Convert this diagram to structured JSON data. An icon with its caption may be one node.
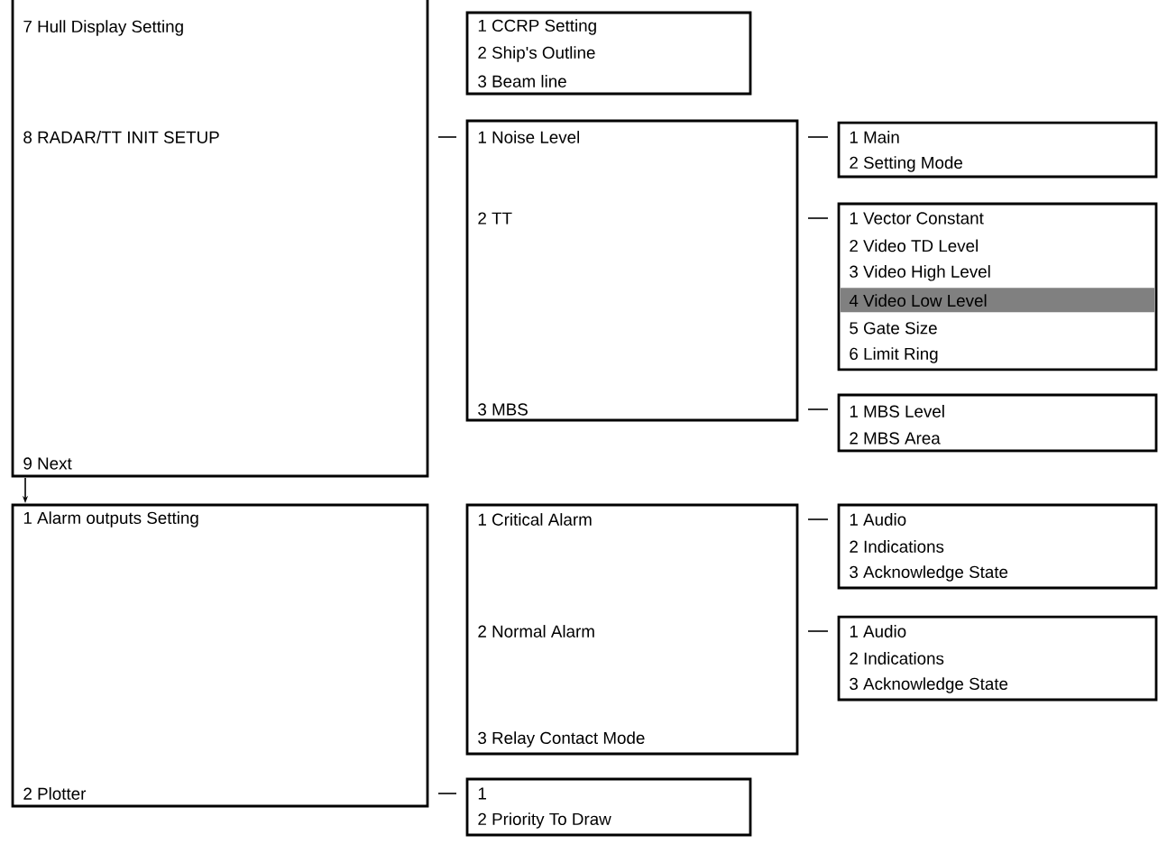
{
  "diagram": {
    "nodes": [
      {
        "text": [
          "7 Hull Display Setting",
          "8 RADAR/TT INIT SETUP",
          "9 Next"
        ]
      },
      {
        "text": [
          "1 CCRP Setting",
          "2 Ship's Outline",
          "3 Beam line"
        ]
      },
      {
        "text": [
          "1 Noise Level",
          "2 TT",
          "3 MBS"
        ]
      },
      {
        "text": [
          "1 Main",
          "2 Setting Mode"
        ]
      },
      {
        "text": [
          "1 Vector Constant",
          "2 Video TD Level",
          "3 Video High Level",
          "4 Video Low Level",
          "5 Gate Size",
          "6 Limit Ring"
        ]
      },
      {
        "text": [
          "1 MBS Level",
          "2 MBS Area"
        ]
      },
      {
        "text": [
          "1 Alarm outputs Setting",
          "2 Plotter"
        ]
      },
      {
        "text": [
          "1 Critical Alarm",
          "2 Normal Alarm",
          "3 Relay Contact Mode"
        ]
      },
      {
        "text": [
          "1 Audio",
          "2 Indications",
          "3 Acknowledge State"
        ]
      },
      {
        "text": [
          "1 Audio",
          "2 Indications",
          "3 Acknowledge State"
        ]
      },
      {
        "text": [
          "1",
          "2 Priority To Draw"
        ]
      }
    ],
    "edges": [
      {
        "from": 0,
        "to": 2,
        "arrow": "none"
      },
      {
        "from": 2,
        "to": 3,
        "arrow": "none"
      },
      {
        "from": 2,
        "to": 4,
        "arrow": "none"
      },
      {
        "from": 2,
        "to": 5,
        "arrow": "none"
      },
      {
        "from": 0,
        "to": 6,
        "arrow": "to"
      },
      {
        "from": 7,
        "to": 8,
        "arrow": "none"
      },
      {
        "from": 7,
        "to": 9,
        "arrow": "none"
      },
      {
        "from": 6,
        "to": 10,
        "arrow": "none"
      }
    ]
  }
}
